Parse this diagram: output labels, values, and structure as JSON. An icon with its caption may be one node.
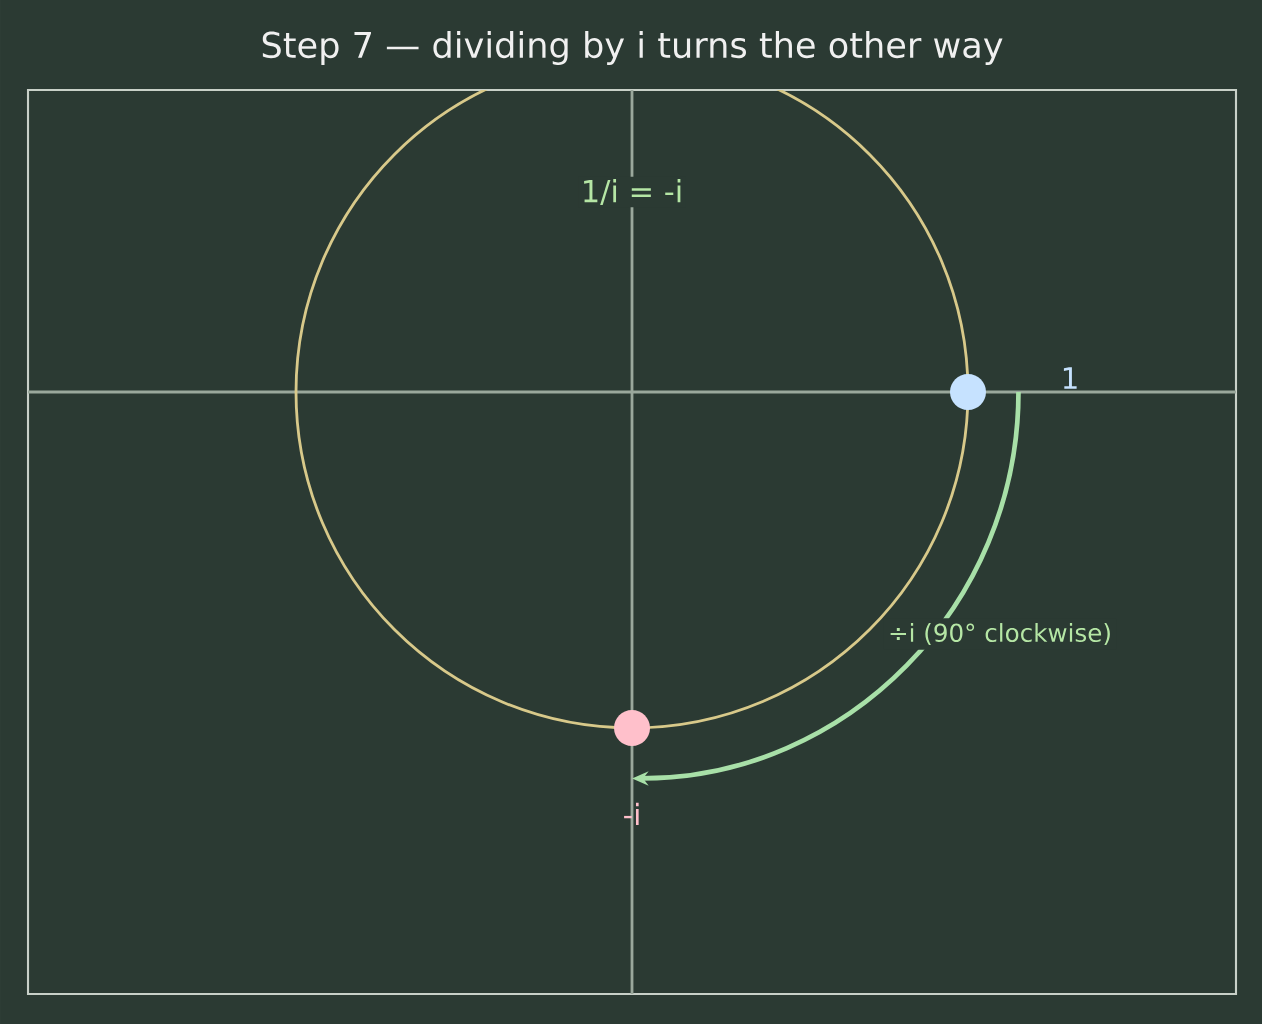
{
  "diagram": {
    "title": "Step 7 — dividing by i turns the other way",
    "nodes": [
      {
        "text": [],
        "shape": "circle",
        "beside": [
          "1"
        ]
      },
      {
        "text": [],
        "shape": "circle",
        "beside": [
          "-i"
        ]
      }
    ],
    "edges": [
      {
        "from": 0,
        "to": 1,
        "arrow": "to",
        "label": "÷i (90° clockwise)"
      }
    ],
    "labels": [
      "1/i = -i"
    ]
  }
}
